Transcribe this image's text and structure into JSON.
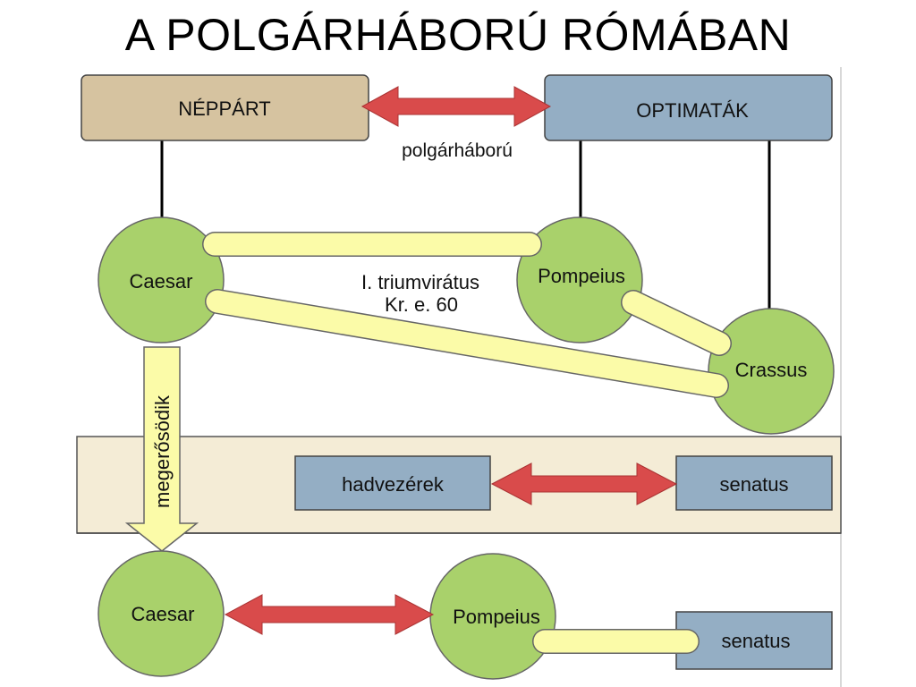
{
  "title": "A POLGÁRHÁBORÚ RÓMÁBAN",
  "boxes": {
    "neppart": "NÉPPÁRT",
    "optimatak": "OPTIMATÁK",
    "hadvezerek": "hadvezérek",
    "senatus_mid": "senatus",
    "senatus_bottom": "senatus"
  },
  "labels": {
    "polgarhaboru": "polgárháború",
    "triumviratus_line1": "I. triumvirátus",
    "triumviratus_line2": "Kr. e. 60",
    "megerosodik": "megerősödik"
  },
  "circles": {
    "caesar_top": "Caesar",
    "pompeius_top": "Pompeius",
    "crassus": "Crassus",
    "caesar_bottom": "Caesar",
    "pompeius_bottom": "Pompeius"
  },
  "colors": {
    "neppart_fill": "#d6c3a0",
    "optimatak_fill": "#94aec4",
    "circle_fill": "#a9d16b",
    "bar_fill": "#fbfba8",
    "arrow_red": "#d94b4b",
    "band_fill": "#f4ecd6"
  }
}
